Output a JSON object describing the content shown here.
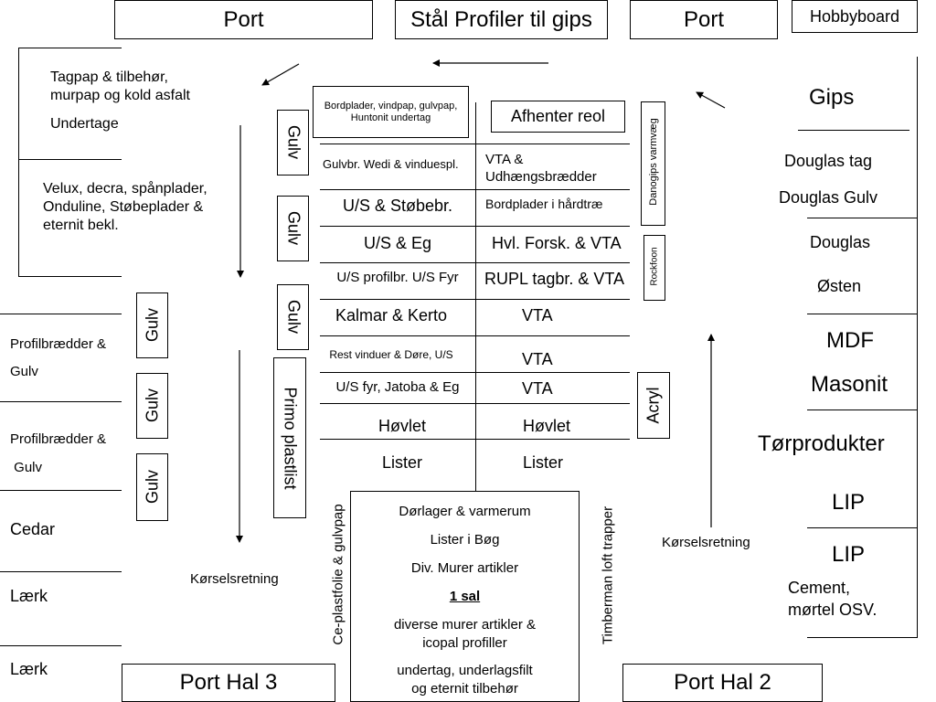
{
  "top": {
    "port_left": "Port",
    "title": "Stål Profiler til gips",
    "port_right": "Port",
    "hobbyboard": "Hobbyboard"
  },
  "left_top_box": {
    "line1": "Tagpap & tilbehør,",
    "line2": "murpap og kold asfalt",
    "line3": "Undertage",
    "line4": "Velux, decra, spånplader,",
    "line5": "Onduline, Støbeplader &",
    "line6": "eternit bekl."
  },
  "left_column": {
    "profil1_line1": "Profilbrædder &",
    "profil1_line2": "Gulv",
    "profil2_line1": "Profilbrædder &",
    "profil2_line2": " Gulv",
    "cedar": "Cedar",
    "laerk1": "Lærk",
    "laerk2": "Lærk"
  },
  "gulv_labels": [
    "Gulv",
    "Gulv",
    "Gulv",
    "Gulv",
    "Gulv",
    "Gulv"
  ],
  "primo": "Primo plastlist",
  "direction_left": "Kørselsretning",
  "direction_right": "Kørselsretning",
  "center": {
    "bordplader_box": "Bordplader, vindpap, gulvpap, Huntonit undertag",
    "afhenter": "Afhenter reol",
    "danogips": "Danogips varmvæg",
    "rockfoon": "Rockfoon",
    "acryl": "Acryl",
    "left_rows": [
      "Gulvbr. Wedi & vinduespl.",
      "U/S & Støbebr.",
      "U/S & Eg",
      "U/S profilbr. U/S Fyr",
      "Kalmar & Kerto",
      "Rest vinduer & Døre, U/S",
      "U/S fyr, Jatoba & Eg",
      "Høvlet",
      "Lister"
    ],
    "right_rows": [
      "VTA &",
      "Udhængsbrædder",
      "Bordplader i hårdtræ",
      "Hvl. Forsk. & VTA",
      "RUPL tagbr. & VTA",
      "VTA",
      "VTA",
      "VTA",
      "Høvlet",
      "Lister"
    ]
  },
  "bottom_box": {
    "line1": "Dørlager & varmerum",
    "line2": "Lister i Bøg",
    "line3": "Div. Murer artikler",
    "line4": "1 sal",
    "line5": "diverse murer artikler &",
    "line6": "icopal profiller",
    "line7": "undertag, underlagsfilt",
    "line8": "og eternit tilbehør"
  },
  "vertical_side_labels": {
    "left": "Ce-plastfolie & gulvpap",
    "right": "Timberman loft trapper"
  },
  "right_column": {
    "gips": "Gips",
    "douglas_tag": "Douglas tag",
    "douglas_gulv": "Douglas Gulv",
    "douglas": "Douglas",
    "osten": "Østen",
    "mdf": "MDF",
    "masonit": "Masonit",
    "torprodukter": "Tørprodukter",
    "lip1": "LIP",
    "lip2": "LIP",
    "cement_line1": "Cement,",
    "cement_line2": "mørtel OSV."
  },
  "bottom": {
    "port_hal3": "Port Hal 3",
    "port_hal2": "Port Hal 2"
  }
}
